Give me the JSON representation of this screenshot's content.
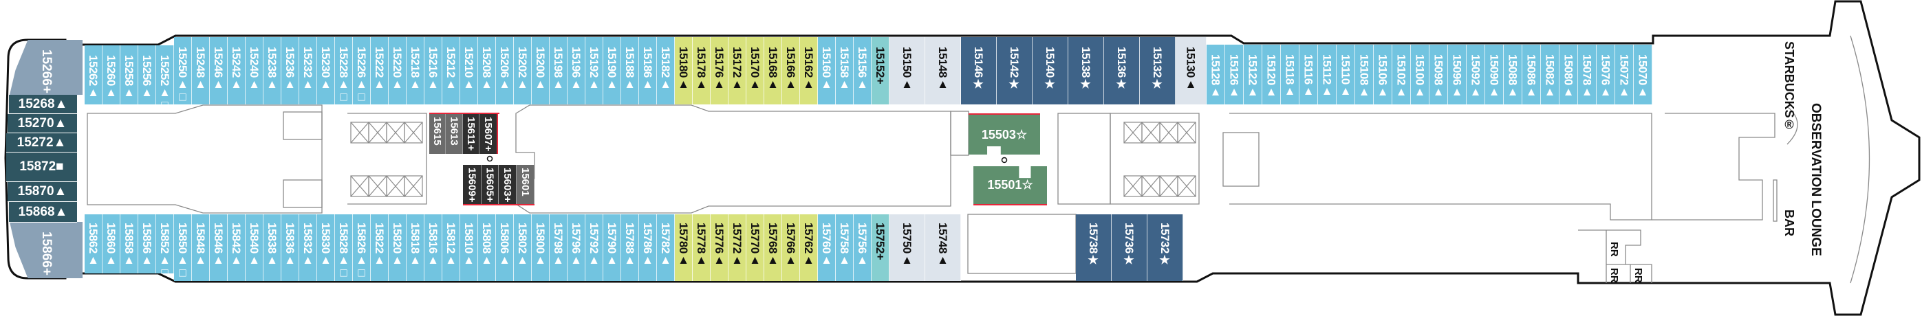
{
  "deck_plan": {
    "top_row": [
      [
        "15262▲",
        "blue"
      ],
      [
        "15260▲",
        "blue"
      ],
      [
        "15258▲",
        "blue"
      ],
      [
        "15256▲",
        "blue"
      ],
      [
        "15252▲□",
        "blue"
      ],
      [
        "15250▲□",
        "blue"
      ],
      [
        "15248▲",
        "blue"
      ],
      [
        "15246▲",
        "blue"
      ],
      [
        "15242▲",
        "blue"
      ],
      [
        "15240▲",
        "blue"
      ],
      [
        "15238▲",
        "blue"
      ],
      [
        "15236▲",
        "blue"
      ],
      [
        "15232▲",
        "blue"
      ],
      [
        "15230▲",
        "blue"
      ],
      [
        "15228▲□",
        "blue"
      ],
      [
        "15226▲□",
        "blue"
      ],
      [
        "15222▲",
        "blue"
      ],
      [
        "15220▲",
        "blue"
      ],
      [
        "15218▲",
        "blue"
      ],
      [
        "15216▲",
        "blue"
      ],
      [
        "15212▲",
        "blue"
      ],
      [
        "15210▲",
        "blue"
      ],
      [
        "15208▲",
        "blue"
      ],
      [
        "15206▲",
        "blue"
      ],
      [
        "15202▲",
        "blue"
      ],
      [
        "15200▲",
        "blue"
      ],
      [
        "15198▲",
        "blue"
      ],
      [
        "15196▲",
        "blue"
      ],
      [
        "15192▲",
        "blue"
      ],
      [
        "15190▲",
        "blue"
      ],
      [
        "15188▲",
        "blue"
      ],
      [
        "15186▲",
        "blue"
      ],
      [
        "15182▲",
        "blue"
      ],
      [
        "15180▲",
        "yellow"
      ],
      [
        "15178▲",
        "yellow"
      ],
      [
        "15176▲",
        "yellow"
      ],
      [
        "15172▲",
        "yellow"
      ],
      [
        "15170▲",
        "yellow"
      ],
      [
        "15168▲",
        "yellow"
      ],
      [
        "15166▲",
        "yellow"
      ],
      [
        "15162▲",
        "yellow"
      ],
      [
        "15160▲",
        "blue"
      ],
      [
        "15158▲",
        "blue"
      ],
      [
        "15156▲",
        "blue"
      ],
      [
        "15152+",
        "teal"
      ],
      [
        "15150▲",
        "light"
      ],
      [
        "15148▲",
        "light"
      ],
      [
        "15146★",
        "dark"
      ],
      [
        "15142★",
        "dark"
      ],
      [
        "15140★",
        "dark"
      ],
      [
        "15138★",
        "dark"
      ],
      [
        "15136★",
        "dark"
      ],
      [
        "15132★",
        "dark"
      ],
      [
        "15130▲",
        "light"
      ],
      [
        "15128▲",
        "blue"
      ],
      [
        "15126▲",
        "blue"
      ],
      [
        "15122▲",
        "blue"
      ],
      [
        "15120▲",
        "blue"
      ],
      [
        "15118▲",
        "blue"
      ],
      [
        "15116▲",
        "blue"
      ],
      [
        "15112▲",
        "blue"
      ],
      [
        "15110▲",
        "blue"
      ],
      [
        "15108▲",
        "blue"
      ],
      [
        "15106▲",
        "blue"
      ],
      [
        "15102▲",
        "blue"
      ],
      [
        "15100▲",
        "blue"
      ],
      [
        "15098▲",
        "blue"
      ],
      [
        "15096▲",
        "blue"
      ],
      [
        "15092▲",
        "blue"
      ],
      [
        "15090▲",
        "blue"
      ],
      [
        "15088▲",
        "blue"
      ],
      [
        "15086▲",
        "blue"
      ],
      [
        "15082▲",
        "blue"
      ],
      [
        "15080▲",
        "blue"
      ],
      [
        "15078▲",
        "blue"
      ],
      [
        "15076▲",
        "blue"
      ],
      [
        "15072▲",
        "blue"
      ],
      [
        "15070▲",
        "blue"
      ]
    ],
    "bottom_row": [
      [
        "15862▲",
        "blue"
      ],
      [
        "15860▲",
        "blue"
      ],
      [
        "15858▲",
        "blue"
      ],
      [
        "15856▲",
        "blue"
      ],
      [
        "15852▲□",
        "blue"
      ],
      [
        "15850▲□",
        "blue"
      ],
      [
        "15848▲",
        "blue"
      ],
      [
        "15846▲",
        "blue"
      ],
      [
        "15842▲",
        "blue"
      ],
      [
        "15840▲",
        "blue"
      ],
      [
        "15838▲",
        "blue"
      ],
      [
        "15836▲",
        "blue"
      ],
      [
        "15832▲",
        "blue"
      ],
      [
        "15830▲",
        "blue"
      ],
      [
        "15828▲□",
        "blue"
      ],
      [
        "15826▲□",
        "blue"
      ],
      [
        "15822▲",
        "blue"
      ],
      [
        "15820▲",
        "blue"
      ],
      [
        "15818▲",
        "blue"
      ],
      [
        "15816▲",
        "blue"
      ],
      [
        "15812▲",
        "blue"
      ],
      [
        "15810▲",
        "blue"
      ],
      [
        "15808▲",
        "blue"
      ],
      [
        "15806▲",
        "blue"
      ],
      [
        "15802▲",
        "blue"
      ],
      [
        "15800▲",
        "blue"
      ],
      [
        "15798▲",
        "blue"
      ],
      [
        "15796▲",
        "blue"
      ],
      [
        "15792▲",
        "blue"
      ],
      [
        "15790▲",
        "blue"
      ],
      [
        "15788▲",
        "blue"
      ],
      [
        "15786▲",
        "blue"
      ],
      [
        "15782▲",
        "blue"
      ],
      [
        "15780▲",
        "yellow"
      ],
      [
        "15778▲",
        "yellow"
      ],
      [
        "15776▲",
        "yellow"
      ],
      [
        "15772▲",
        "yellow"
      ],
      [
        "15770▲",
        "yellow"
      ],
      [
        "15768▲",
        "yellow"
      ],
      [
        "15766▲",
        "yellow"
      ],
      [
        "15762▲",
        "yellow"
      ],
      [
        "15760▲",
        "blue"
      ],
      [
        "15758▲",
        "blue"
      ],
      [
        "15756▲",
        "blue"
      ],
      [
        "15752+",
        "teal"
      ],
      [
        "15750▲",
        "light"
      ],
      [
        "15748▲",
        "light"
      ],
      [
        "",
        "gap"
      ],
      [
        "15738★",
        "dark"
      ],
      [
        "15736★",
        "dark"
      ],
      [
        "15732★",
        "dark"
      ]
    ],
    "stern": {
      "top_corner": "15266+",
      "bottom_corner": "15866+",
      "rows": [
        "15268▲",
        "15270▲",
        "15272▲",
        "15872■",
        "15870▲",
        "15868▲"
      ]
    },
    "midship_top": [
      "15615",
      "15613",
      "15611+",
      "15607+"
    ],
    "midship_bottom": [
      "15609+",
      "15605+",
      "15603+",
      "15601"
    ],
    "suites": [
      "15503☆",
      "15501☆"
    ],
    "venues": {
      "starbucks": "STARBUCKS®",
      "lounge": "OBSERVATION LOUNGE",
      "bar": "BAR",
      "restrooms": [
        "RR",
        "RR",
        "RR"
      ]
    },
    "colors": {
      "blue": "#72c4e0",
      "yellow": "#d8e27c",
      "light": "#dde4ec",
      "teal": "#86cfd0",
      "dark": "#3e6388",
      "stern": "#2f5561",
      "suite": "#5f906e"
    }
  }
}
